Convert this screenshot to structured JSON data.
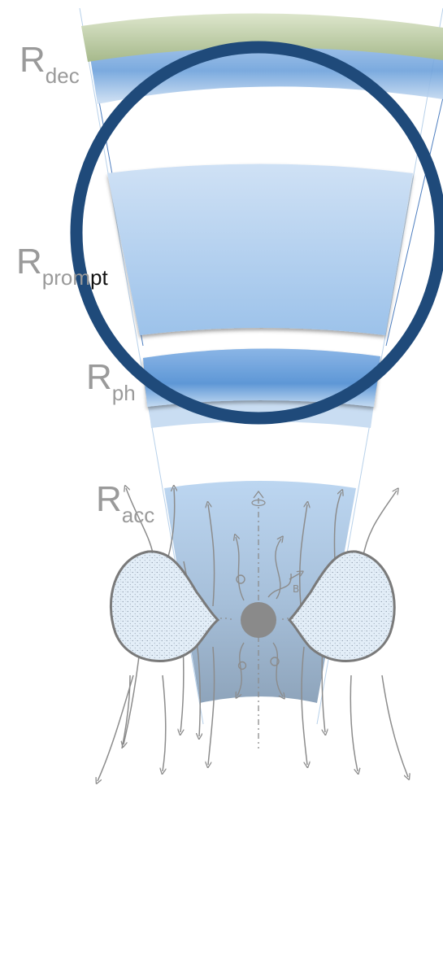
{
  "labels": {
    "dec": {
      "main": "R",
      "sub": "dec"
    },
    "prompt": {
      "main": "R",
      "sub_grey": "prom",
      "sub_dark": "pt"
    },
    "ph": {
      "main": "R",
      "sub": "ph"
    },
    "acc": {
      "main": "R",
      "sub": "acc"
    }
  },
  "colors": {
    "shell_light": "#c9def4",
    "shell_mid": "#9fc3ea",
    "shell_dark": "#5e97d6",
    "deceleration_band": "#b7c99c",
    "highlight_ring": "#1f4a7a",
    "label_grey": "#9a9a9a",
    "engine_core": "#8a8a8a",
    "torus_fill": "#dbe8f5",
    "field_lines": "#8c8c8c"
  },
  "icons": {
    "central_engine": "black-hole-icon",
    "spin_axis": "rotation-axis-icon",
    "magnetic_field": "magnetic-field-vector-icon"
  },
  "annotations": {
    "field_symbol": "B"
  }
}
